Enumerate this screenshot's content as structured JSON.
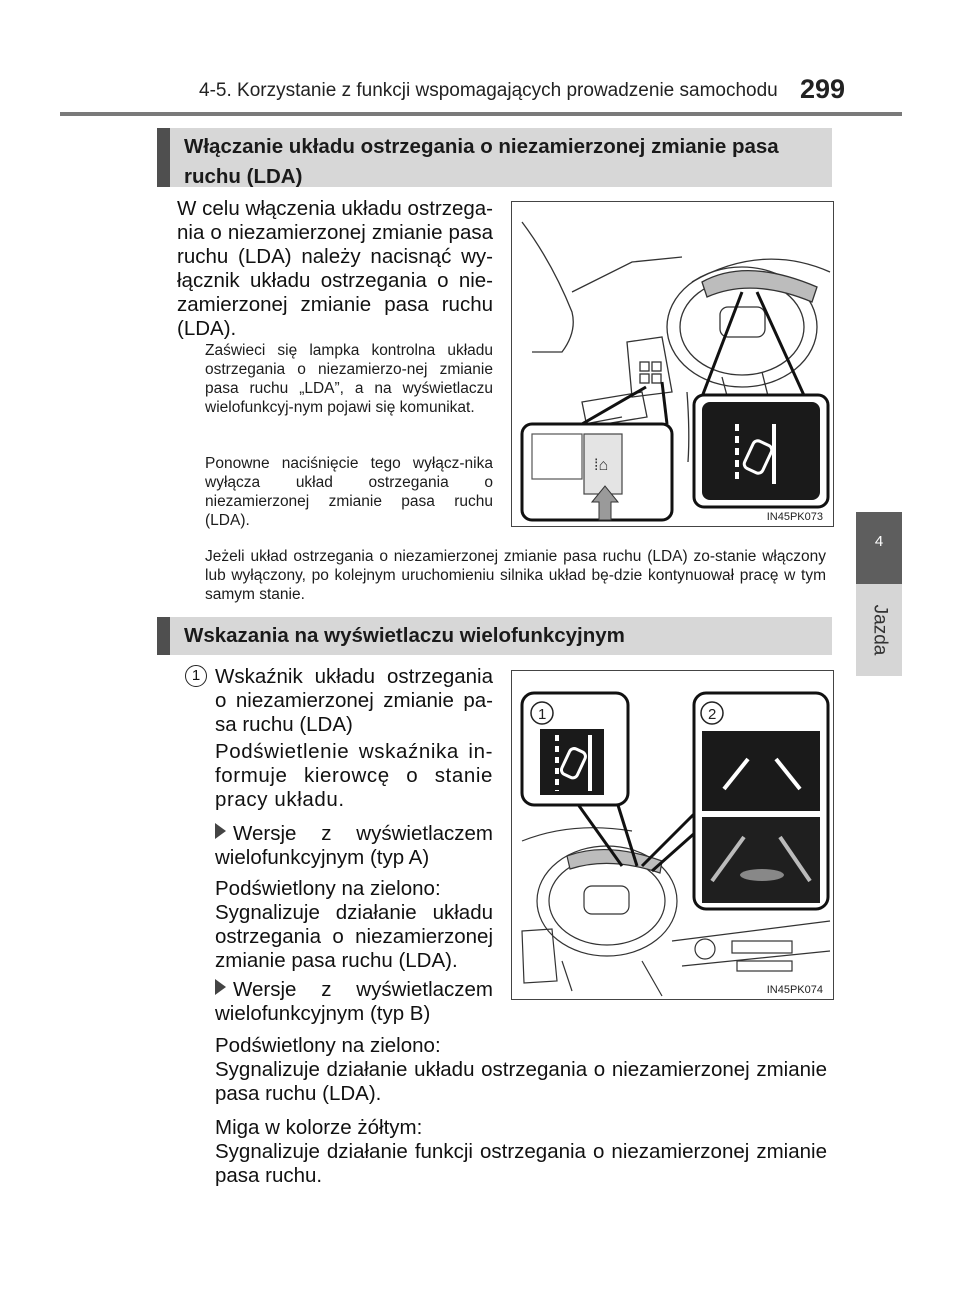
{
  "header": {
    "chapter_title": "4-5. Korzystanie z funkcji wspomagających prowadzenie samochodu",
    "page_number": "299"
  },
  "side_tab": {
    "number": "4",
    "label": "Jazda"
  },
  "section1": {
    "title": "Włączanie układu ostrzegania o niezamierzonej zmianie pasa ruchu (LDA)",
    "intro": "W celu włączenia układu ostrzega-nia o niezamierzonej zmianie pasa ruchu (LDA) należy nacisnąć wy-łącznik układu ostrzegania o nie-zamierzonej zmianie pasa ruchu (LDA).",
    "note1": "Zaświeci się lampka kontrolna układu ostrzegania o niezamierzo-nej zmianie pasa ruchu „LDA”, a na wyświetlaczu wielofunkcyj-nym pojawi się komunikat.",
    "note2": "Ponowne naciśnięcie tego wyłącz-nika wyłącza układ ostrzegania o niezamierzonej zmianie pasa ruchu (LDA).",
    "note3": "Jeżeli układ ostrzegania o niezamierzonej zmianie pasa ruchu (LDA) zo-stanie włączony lub wyłączony, po kolejnym uruchomieniu silnika układ bę-dzie kontynuował pracę w tym samym stanie.",
    "figure_code": "IN45PK073"
  },
  "section2": {
    "title": "Wskazania na wyświetlaczu wielofunkcyjnym",
    "item_number": "1",
    "item_title": "Wskaźnik układu ostrzegania o niezamierzonej zmianie pa-sa ruchu (LDA)",
    "item_desc": "Podświetlenie wskaźnika in-formuje kierowcę o stanie pracy układu.",
    "bullet_a": "Wersje z wyświetlaczem wielofunkcyjnym (typ A)",
    "a_state": "Podświetlony na zielono:",
    "a_desc": "Sygnalizuje działanie układu ostrzegania o niezamierzonej zmianie pasa ruchu (LDA).",
    "bullet_b": "Wersje z wyświetlaczem wielofunkcyjnym (typ B)",
    "b_state": "Podświetlony na zielono:",
    "b_desc": "Sygnalizuje działanie układu ostrzegania o niezamierzonej zmianie pasa ruchu (LDA).",
    "b_state2": "Miga w kolorze żółtym:",
    "b_desc2": "Sygnalizuje działanie funkcji ostrzegania o niezamierzonej zmianie pasa ruchu.",
    "figure_code": "IN45PK074",
    "callout1": "1",
    "callout2": "2"
  }
}
